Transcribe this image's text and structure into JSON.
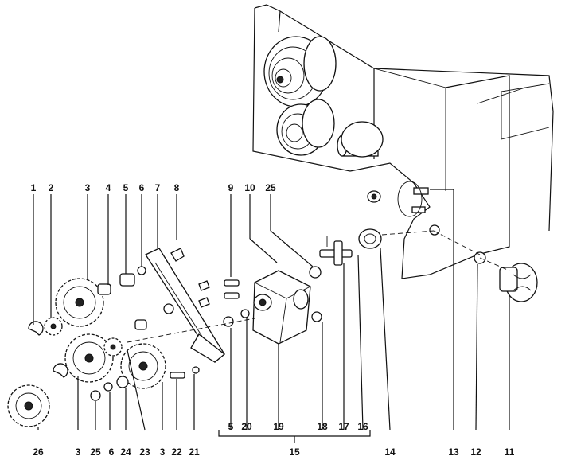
{
  "callouts": {
    "c1": "1",
    "c2": "2",
    "c3a": "3",
    "c4": "4",
    "c5a": "5",
    "c6a": "6",
    "c7": "7",
    "c8": "8",
    "c9": "9",
    "c10": "10",
    "c25a": "25",
    "c26": "26",
    "c3b": "3",
    "c25b": "25",
    "c6b": "6",
    "c24": "24",
    "c23": "23",
    "c3c": "3",
    "c22": "22",
    "c21": "21",
    "c5b": "5",
    "c20": "20",
    "c19": "19",
    "c18": "18",
    "c17": "17",
    "c16": "16",
    "c14": "14",
    "c13": "13",
    "c12": "12",
    "c11": "11",
    "c15": "15"
  }
}
